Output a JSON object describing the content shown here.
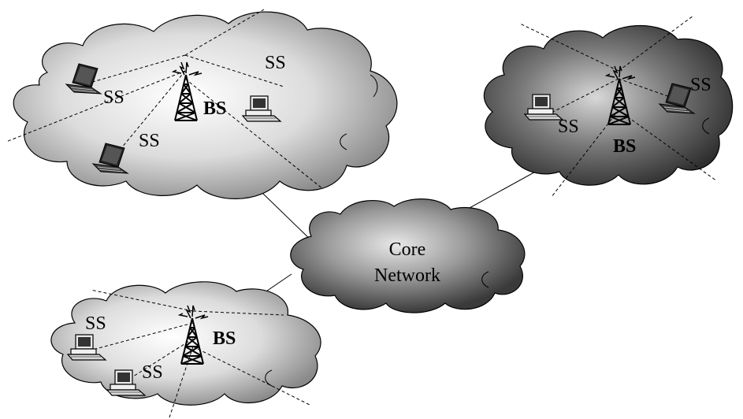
{
  "diagram": {
    "clouds": [
      {
        "id": "top-left",
        "fill": "#c8c8c8",
        "bs_label": "BS",
        "ss_labels": [
          "SS",
          "SS",
          "SS"
        ]
      },
      {
        "id": "top-right",
        "fill": "#4a4a4a",
        "bs_label": "BS",
        "ss_labels": [
          "SS",
          "SS"
        ]
      },
      {
        "id": "bottom-left",
        "fill": "#c8c8c8",
        "bs_label": "BS",
        "ss_labels": [
          "SS",
          "SS"
        ]
      }
    ],
    "core": {
      "line1": "Core",
      "line2": "Network",
      "fill": "#5a5a5a"
    }
  }
}
